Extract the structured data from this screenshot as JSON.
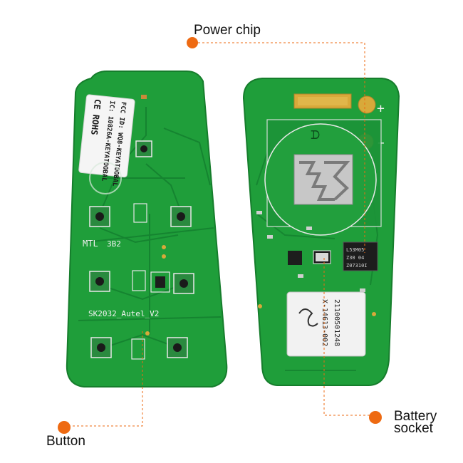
{
  "callouts": {
    "power_chip": "Power chip",
    "button": "Button",
    "battery_line1": "Battery",
    "battery_line2": "socket"
  },
  "colors": {
    "pcb_green": "#1f9e3a",
    "pcb_dark": "#0f7a2a",
    "accent_orange": "#ee6a12",
    "gold": "#d8a93a"
  },
  "left_board": {
    "sticker_line1": "FCC ID: WQ8-KEYATOOBAL",
    "sticker_line2": "IC: 10826A-KEYATOOBAL",
    "sticker_marks": "CE  ROHS",
    "silkscreen_mtl": "MTL",
    "silkscreen_num": "3B2",
    "silkscreen_model": "SK2032_Autel_V2"
  },
  "right_board": {
    "polarity_plus": "+",
    "polarity_minus": "−",
    "chip_line1": "L53M05",
    "chip_line2": "Z30 04",
    "chip_line3": "Z07310I",
    "module_line1": "X-14613-002",
    "module_line2": "21100501248"
  }
}
